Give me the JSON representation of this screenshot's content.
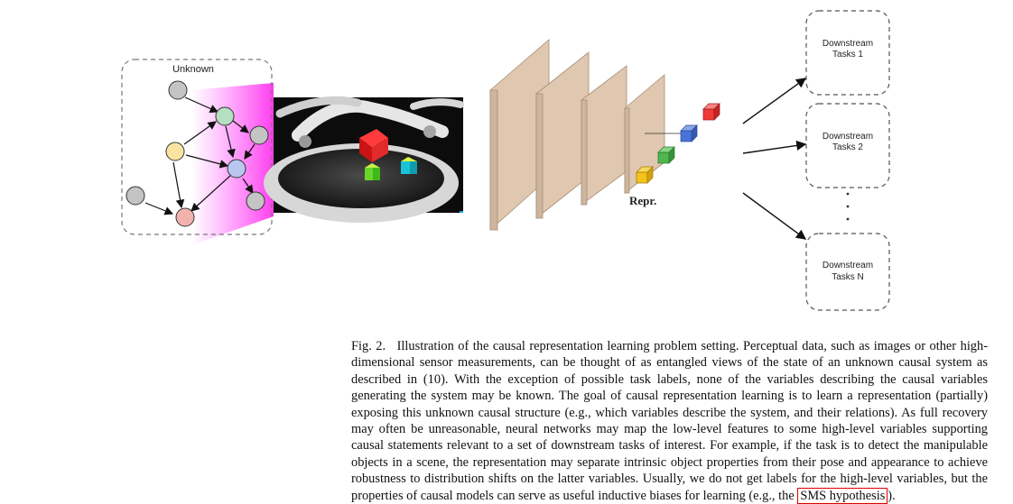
{
  "figure": {
    "graph_label": "Unknown",
    "repr_label": "Repr.",
    "tasks": [
      {
        "line1": "Downstream",
        "line2": "Tasks 1"
      },
      {
        "line1": "Downstream",
        "line2": "Tasks 2"
      },
      {
        "line1": "Downstream",
        "line2": "Tasks N"
      }
    ],
    "node_colors": {
      "gray": "#c4c4c4",
      "green": "#b5dfc1",
      "yellow": "#fbe4a1",
      "blue": "#b9c7ef",
      "red": "#f4b2ae",
      "magenta": "#ff00ff"
    },
    "cube_colors": [
      "#f3c21d",
      "#4fb64f",
      "#4a73d7",
      "#ef3a3a"
    ],
    "layer_color": "#dfc7b0",
    "scene_description": "robot manipulator above a bowl with colored cubes"
  },
  "caption": {
    "label": "Fig. 2.",
    "text_a": "Illustration of the causal representation learning problem setting. Perceptual data, such as images or other high-dimensional sensor measurements, can be thought of as entangled views of the state of an unknown causal system as described in",
    "ref": "(10)",
    "text_b": ". With the exception of possible task labels, none of the variables describing the causal variables generating the system may be known. The goal of causal representation learning is to learn a representation (partially) exposing this unknown causal structure (e.g., which variables describe the system, and their relations). As full recovery may often be unreasonable, neural networks may map the low-level features to some high-level variables supporting causal statements relevant to a set of downstream tasks of interest. For example, if the task is to detect the manipulable objects in a scene, the representation may separate intrinsic object properties from their pose and appearance to achieve robustness to distribution shifts on the latter variables. Usually, we do not get labels for the high-level variables, but the properties of causal models can serve as useful inductive biases for learning (e.g., the",
    "cite": "SMS hypothesis",
    "text_c": ")."
  }
}
